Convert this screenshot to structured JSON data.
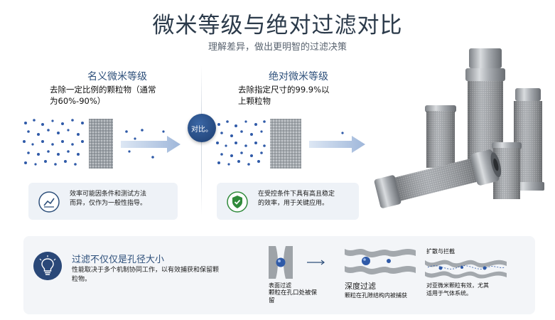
{
  "header": {
    "title": "微米等级与绝对过滤对比",
    "subtitle": "理解差异，做出更明智的过滤决策"
  },
  "left": {
    "heading": "名义微米等级",
    "description_line1": "去除一定比例的颗粒物（通常",
    "description_line2": "为60%-90%）",
    "info_line1": "效率可能因条件和测试方法",
    "info_line2": "而异，仅作为一般性指导。",
    "icon": "chart-icon"
  },
  "vs_label": "对比。",
  "right": {
    "heading": "绝对微米等级",
    "description_line1": "去除指定尺寸的99.9%以",
    "description_line2": "上颗粒物",
    "info_line1": "在受控条件下具有高且稳定",
    "info_line2": "的效率，用于关键应用。",
    "icon": "shield-check-icon"
  },
  "bottom": {
    "title": "过滤不仅仅是孔径大小",
    "desc_line1": "性能取决于多个机制协同工作，以有效捕获和保留颗",
    "desc_line2": "粒物。",
    "icon": "lightbulb-icon",
    "mechanisms": [
      {
        "name": "表面过滤",
        "desc1": "颗粒在孔口处被保",
        "desc2": "留"
      },
      {
        "name": "深度过滤",
        "desc1": "颗粒在孔隙结构内被捕获",
        "desc2": ""
      },
      {
        "name": "扩散与拦截",
        "desc1": "对亚微米颗粒有效，尤其",
        "desc2": "适用于气体系统。"
      }
    ]
  },
  "colors": {
    "accent": "#2d4f7a",
    "particle": "#2f5aa8",
    "arrow": "#9fb7da",
    "badge_green": "#2f8a3a"
  }
}
